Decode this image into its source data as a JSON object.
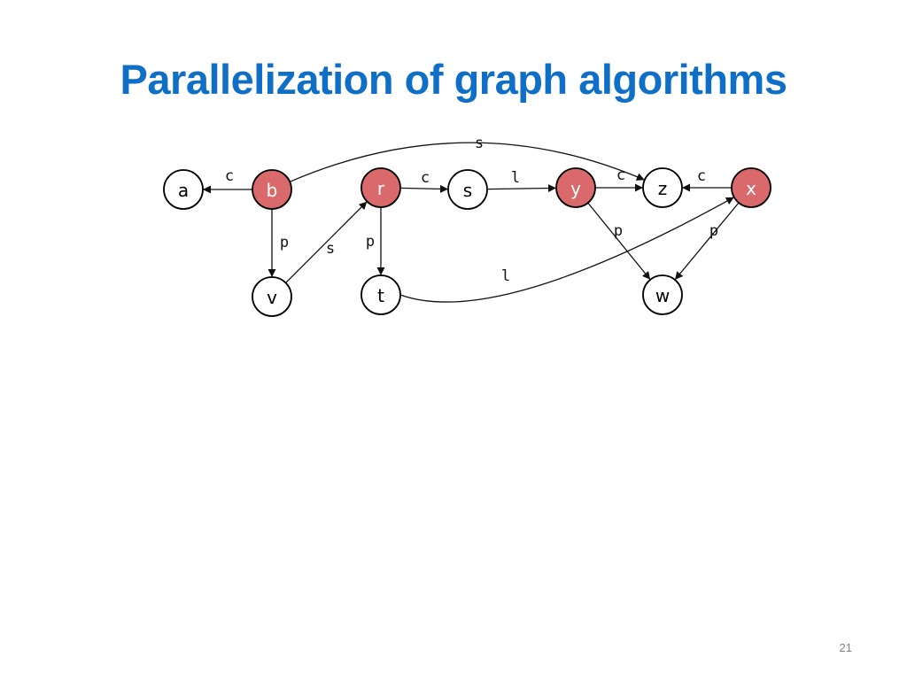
{
  "slide": {
    "title": "Parallelization of graph algorithms",
    "page_number": "21"
  },
  "colors": {
    "title": "#0f6fc6",
    "highlighted_node": "#d9696b",
    "plain_node": "#ffffff",
    "stroke": "#000000"
  },
  "graph": {
    "nodes": [
      {
        "id": "a",
        "label": "a",
        "highlighted": false
      },
      {
        "id": "b",
        "label": "b",
        "highlighted": true
      },
      {
        "id": "r",
        "label": "r",
        "highlighted": true
      },
      {
        "id": "s",
        "label": "s",
        "highlighted": false
      },
      {
        "id": "y",
        "label": "y",
        "highlighted": true
      },
      {
        "id": "z",
        "label": "z",
        "highlighted": false
      },
      {
        "id": "x",
        "label": "x",
        "highlighted": true
      },
      {
        "id": "v",
        "label": "v",
        "highlighted": false
      },
      {
        "id": "t",
        "label": "t",
        "highlighted": false
      },
      {
        "id": "w",
        "label": "w",
        "highlighted": false
      }
    ],
    "edges": [
      {
        "from": "b",
        "to": "a",
        "label": "c"
      },
      {
        "from": "b",
        "to": "v",
        "label": "p"
      },
      {
        "from": "v",
        "to": "r",
        "label": "s"
      },
      {
        "from": "r",
        "to": "s",
        "label": "c"
      },
      {
        "from": "r",
        "to": "t",
        "label": "p"
      },
      {
        "from": "s",
        "to": "y",
        "label": "l"
      },
      {
        "from": "y",
        "to": "z",
        "label": "c"
      },
      {
        "from": "x",
        "to": "z",
        "label": "c"
      },
      {
        "from": "y",
        "to": "w",
        "label": "p"
      },
      {
        "from": "x",
        "to": "w",
        "label": "p"
      },
      {
        "from": "b",
        "to": "z",
        "label": "s"
      },
      {
        "from": "t",
        "to": "x",
        "label": "l"
      }
    ]
  }
}
